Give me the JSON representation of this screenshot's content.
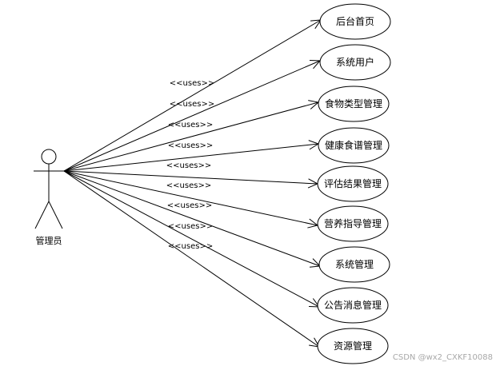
{
  "actor": {
    "name": "管理员"
  },
  "stereotype": "<<uses>>",
  "use_cases": [
    {
      "label": "后台首页"
    },
    {
      "label": "系统用户"
    },
    {
      "label": "食物类型管理"
    },
    {
      "label": "健康食谱管理"
    },
    {
      "label": "评估结果管理"
    },
    {
      "label": "营养指导管理"
    },
    {
      "label": "系统管理"
    },
    {
      "label": "公告消息管理"
    },
    {
      "label": "资源管理"
    }
  ],
  "watermark": "CSDN @wx2_CXKF10088"
}
